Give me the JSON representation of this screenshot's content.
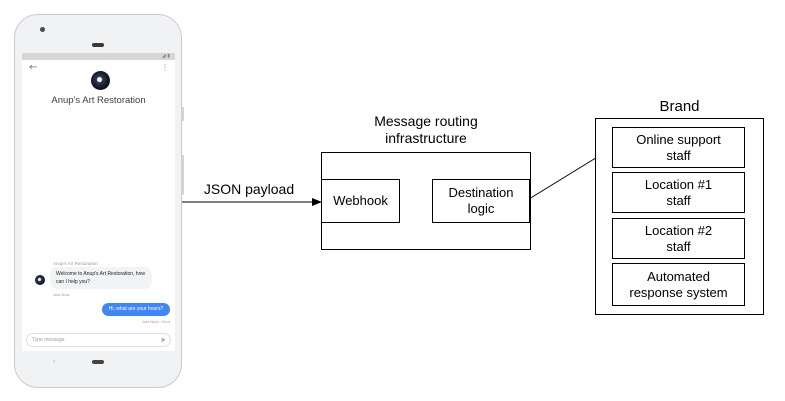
{
  "phone": {
    "brand_name": "Anup's Art Restoration",
    "sender_label": "Anup's Art Restoration",
    "incoming_message": "Welcome to Anup's Art Restoration, how can I help you?",
    "incoming_time": "Just Now",
    "outgoing_message": "Hi, what are your hours?",
    "outgoing_time": "Just Now • Sent",
    "input_placeholder": "Type message"
  },
  "diagram": {
    "edge_label": "JSON payload",
    "routing_title": "Message routing\ninfrastructure",
    "webhook": "Webhook",
    "destination_logic": "Destination\nlogic",
    "brand_title": "Brand",
    "brand_items": [
      "Online support\nstaff",
      "Location #1\nstaff",
      "Location #2\nstaff",
      "Automated\nresponse system"
    ]
  }
}
